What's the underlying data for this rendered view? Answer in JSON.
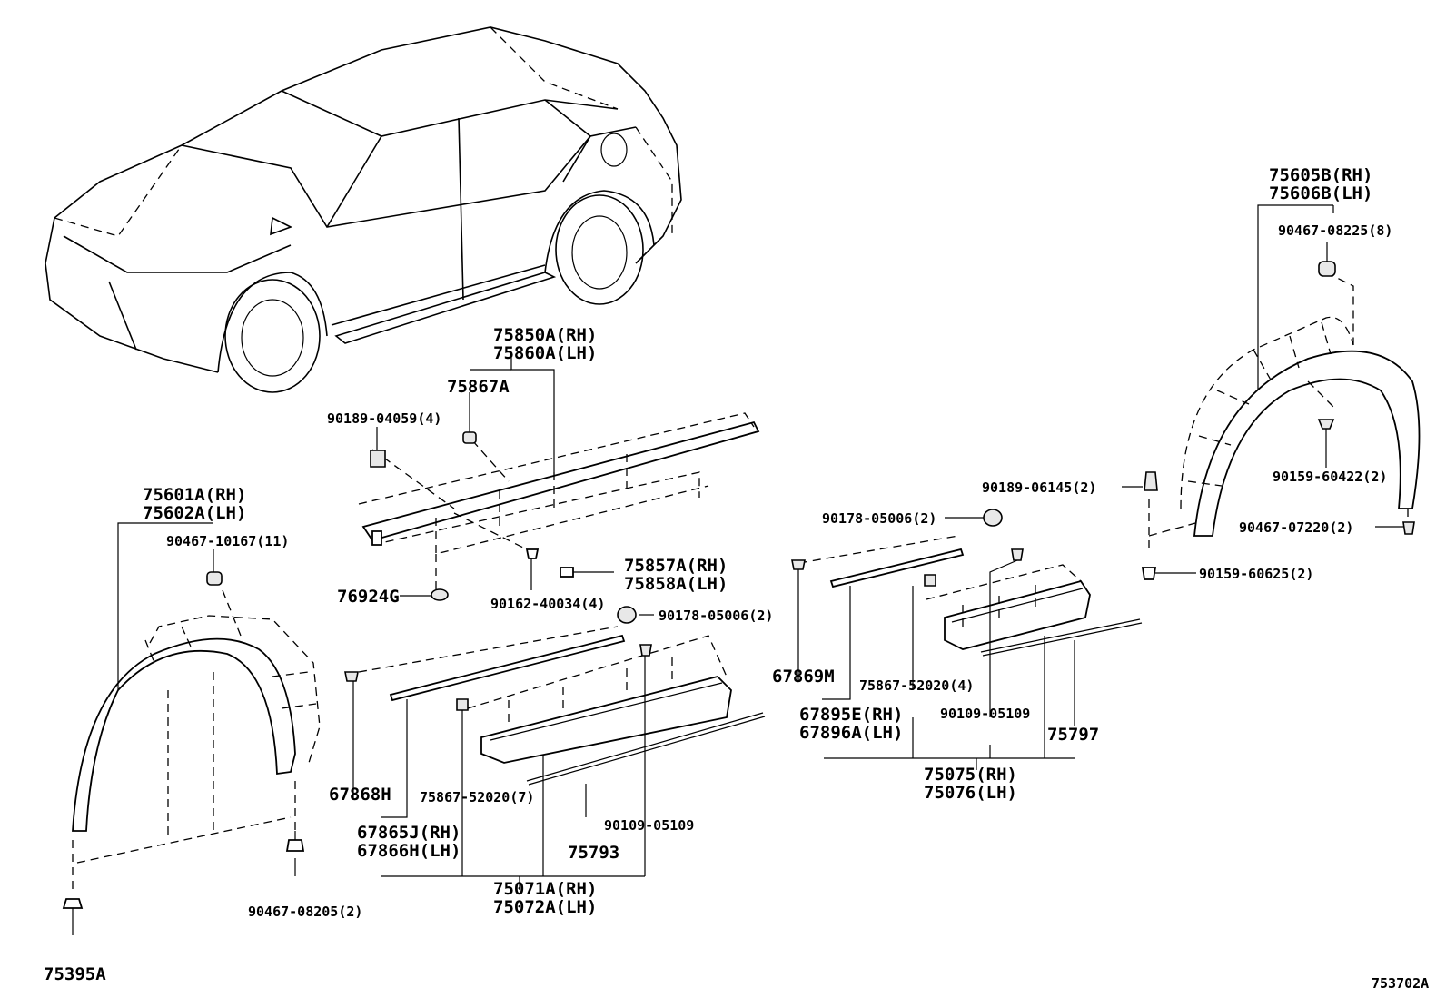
{
  "diagram_id": "753702A",
  "labels": {
    "fr_rh": "75601A(RH)",
    "fr_lh": "75602A(LH)",
    "fr_clip": "90467-10167(11)",
    "fr_screw": "90467-08205(2)",
    "fr_pin": "75395A",
    "rocker_rh": "75850A(RH)",
    "rocker_lh": "75860A(LH)",
    "rocker_clip": "75867A",
    "rocker_bracket": "90189-04059(4)",
    "rocker_nut": "76924G",
    "rocker_mark_rh": "75857A(RH)",
    "rocker_mark_lh": "75858A(LH)",
    "rocker_clip2": "90162-40034(4)",
    "fd_nut": "90178-05006(2)",
    "fd_tape": "67868H",
    "fd_clip": "75867-52020(7)",
    "fd_screw": "90109-05109",
    "fd_seal": "75793",
    "fd_tape_rh": "67865J(RH)",
    "fd_tape_lh": "67866H(LH)",
    "fd_asm_rh": "75071A(RH)",
    "fd_asm_lh": "75072A(LH)",
    "rd_nut": "90178-05006(2)",
    "rd_tape": "67869M",
    "rd_clip": "75867-52020(4)",
    "rd_screw": "90109-05109",
    "rd_seal": "75797",
    "rd_tape_rh": "67895E(RH)",
    "rd_tape_lh": "67896A(LH)",
    "rd_asm_rh": "75075(RH)",
    "rd_asm_lh": "75076(LH)",
    "rr_rh": "75605B(RH)",
    "rr_lh": "75606B(LH)",
    "rr_clip": "90467-08225(8)",
    "rr_screw1": "90159-60422(2)",
    "rr_bolt": "90189-06145(2)",
    "rr_clip2": "90467-07220(2)",
    "rr_screw2": "90159-60625(2)"
  }
}
